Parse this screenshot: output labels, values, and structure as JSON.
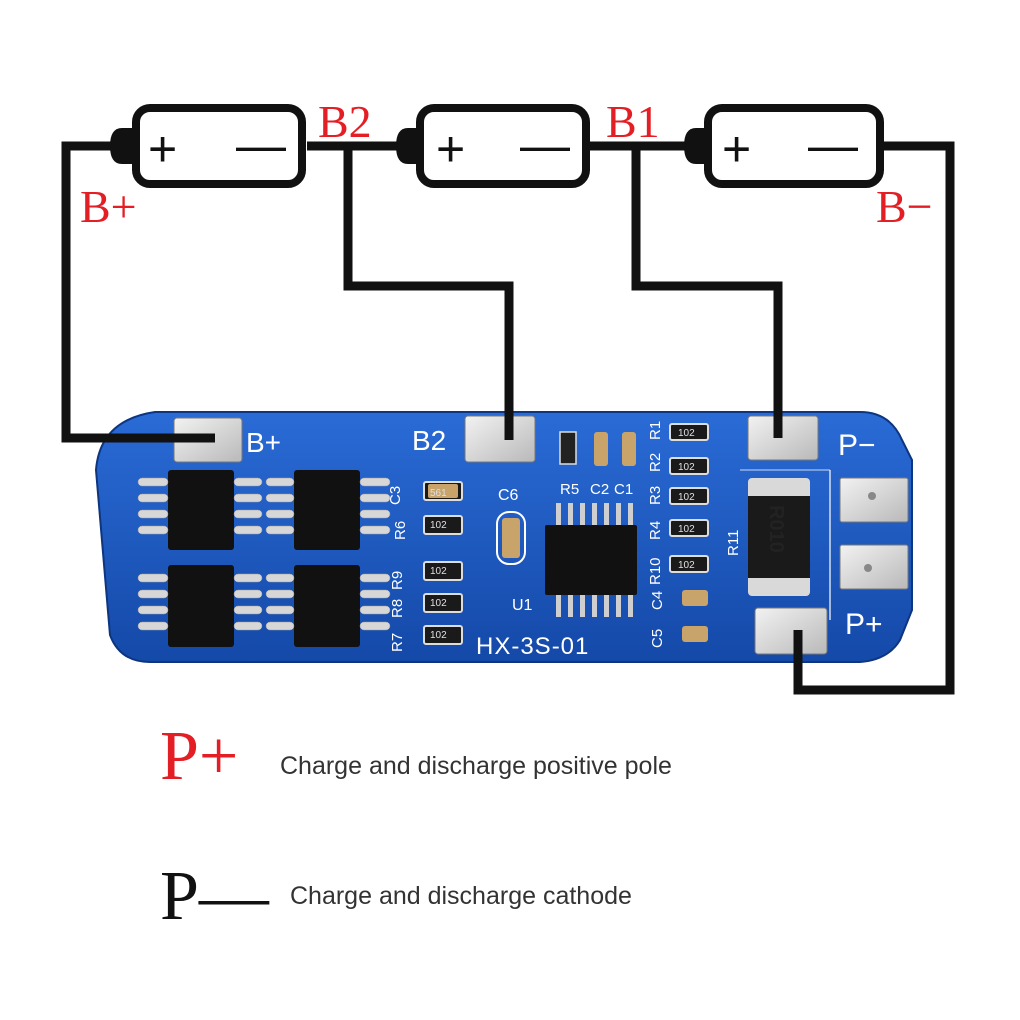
{
  "diagram": {
    "battery_labels": {
      "b_plus": "B+",
      "b2": "B2",
      "b1": "B1",
      "b_minus": "B−"
    },
    "cell_plus": "+",
    "cell_minus": "—",
    "board": {
      "pad_b_plus": "B+",
      "pad_b2": "B2",
      "pad_p_minus": "P−",
      "pad_p_plus": "P+",
      "model": "HX-3S-01",
      "shunt_resistor": "R010",
      "cap_c6": "C6",
      "chip_u1": "U1",
      "silk_labels": [
        "C3",
        "R6",
        "R9",
        "R8",
        "R7",
        "R5",
        "C2",
        "C1",
        "R1",
        "R2",
        "R3",
        "R4",
        "R10",
        "C4",
        "C5",
        "R11"
      ],
      "resistor_codes": [
        "102",
        "102",
        "102",
        "102",
        "102",
        "102",
        "102",
        "102",
        "102",
        "561"
      ]
    }
  },
  "legend": [
    {
      "symbol": "P+",
      "text": "Charge and discharge positive pole",
      "color": "#e31e24"
    },
    {
      "symbol": "P—",
      "text": "Charge and discharge cathode",
      "color": "#111111"
    }
  ]
}
